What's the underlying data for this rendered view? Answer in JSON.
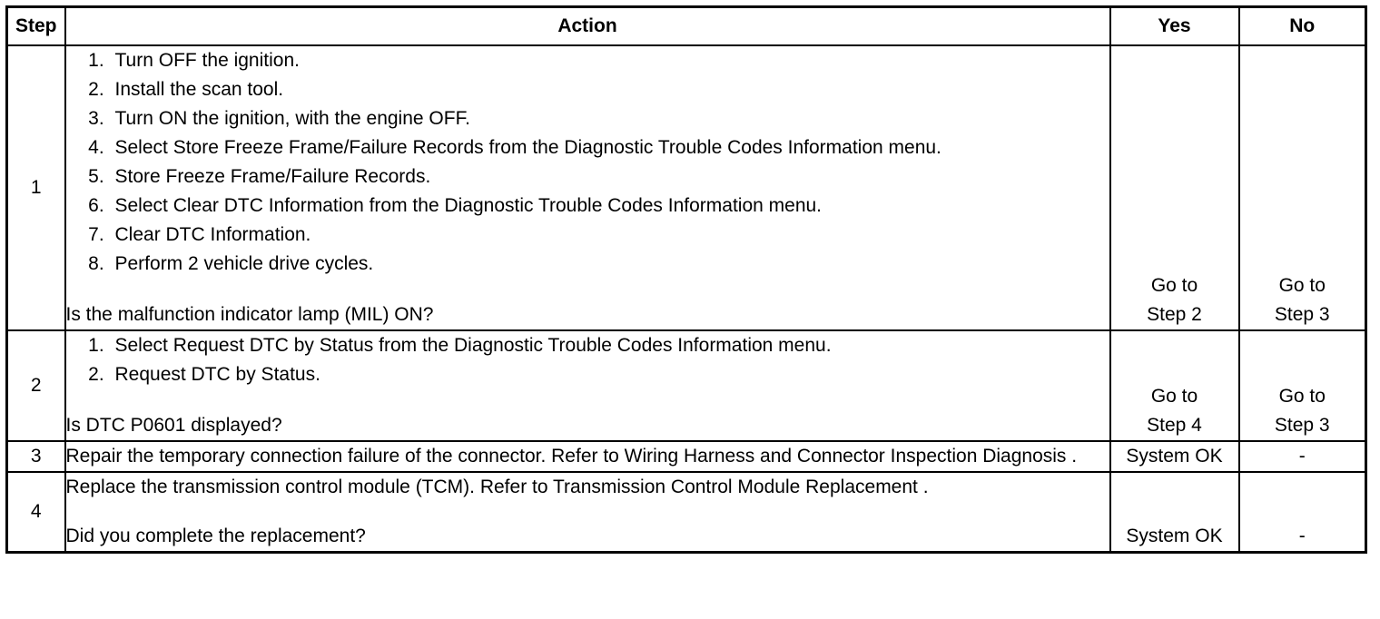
{
  "headers": {
    "step": "Step",
    "action": "Action",
    "yes": "Yes",
    "no": "No"
  },
  "rows": [
    {
      "step": "1",
      "items": [
        "Turn OFF the ignition.",
        "Install the scan tool.",
        "Turn ON the ignition, with the engine OFF.",
        "Select Store Freeze Frame/Failure Records from the Diagnostic Trouble Codes Information menu.",
        "Store Freeze Frame/Failure Records.",
        "Select Clear DTC Information from the Diagnostic Trouble Codes Information menu.",
        "Clear DTC Information.",
        "Perform 2 vehicle drive cycles."
      ],
      "question": "Is the malfunction indicator lamp (MIL) ON?",
      "yes": [
        "Go to",
        "Step 2"
      ],
      "no": [
        "Go to",
        "Step 3"
      ]
    },
    {
      "step": "2",
      "items": [
        "Select Request DTC by Status from the Diagnostic Trouble Codes Information menu.",
        "Request DTC by Status."
      ],
      "question": "Is DTC P0601 displayed?",
      "yes": [
        "Go to",
        "Step 4"
      ],
      "no": [
        "Go to",
        "Step 3"
      ]
    },
    {
      "step": "3",
      "text": "Repair the temporary connection failure of the connector. Refer to Wiring Harness and Connector Inspection Diagnosis .",
      "yes": "System OK",
      "no": "-"
    },
    {
      "step": "4",
      "text": "Replace the transmission control module (TCM). Refer to Transmission Control Module Replacement .",
      "question": "Did you complete the replacement?",
      "yes": "System OK",
      "no": "-"
    }
  ]
}
